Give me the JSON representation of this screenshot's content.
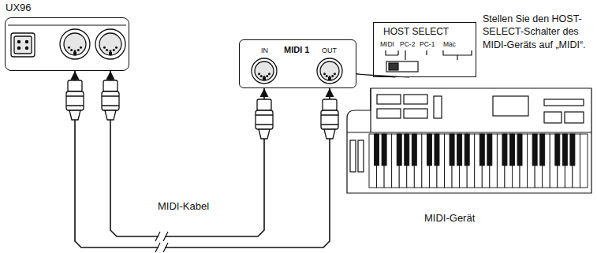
{
  "diagram": {
    "nodes": [
      {
        "text": [
          "UX96"
        ]
      },
      {
        "text": [
          "IN",
          "MIDI 1",
          "OUT"
        ]
      },
      {
        "text": [
          "HOST SELECT",
          "MIDI",
          "PC-2",
          "PC-1",
          "Mac"
        ]
      },
      {
        "text": [
          "MIDI-Gerät"
        ]
      }
    ],
    "edges": [
      {
        "from": 0,
        "to": 1,
        "arrow": "both",
        "label": "MIDI-Kabel"
      },
      {
        "from": 0,
        "to": 1,
        "arrow": "both"
      },
      {
        "from": 2,
        "to": 1,
        "arrow": "none"
      }
    ],
    "labels": [
      "Stellen Sie den HOST-SELECT-Schalter des MIDI-Geräts auf „MIDI“."
    ]
  }
}
